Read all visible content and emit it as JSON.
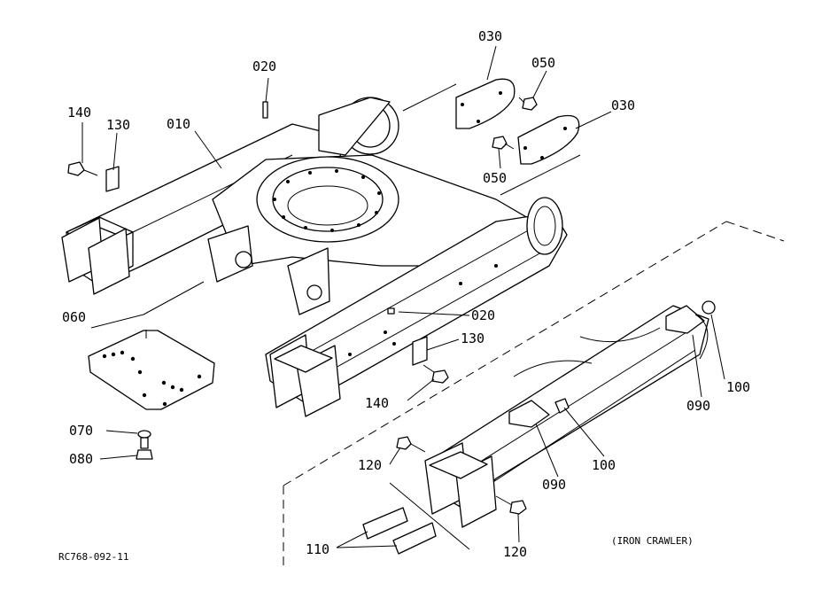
{
  "drawing_id": "RC768-092-11",
  "variant_note": "(IRON CRAWLER)",
  "callouts": {
    "c010": "010",
    "c020a": "020",
    "c020b": "020",
    "c030a": "030",
    "c030b": "030",
    "c050a": "050",
    "c050b": "050",
    "c060": "060",
    "c070": "070",
    "c080": "080",
    "c090a": "090",
    "c090b": "090",
    "c100a": "100",
    "c100b": "100",
    "c110": "110",
    "c120a": "120",
    "c120b": "120",
    "c130a": "130",
    "c130b": "130",
    "c140a": "140",
    "c140b": "140"
  }
}
